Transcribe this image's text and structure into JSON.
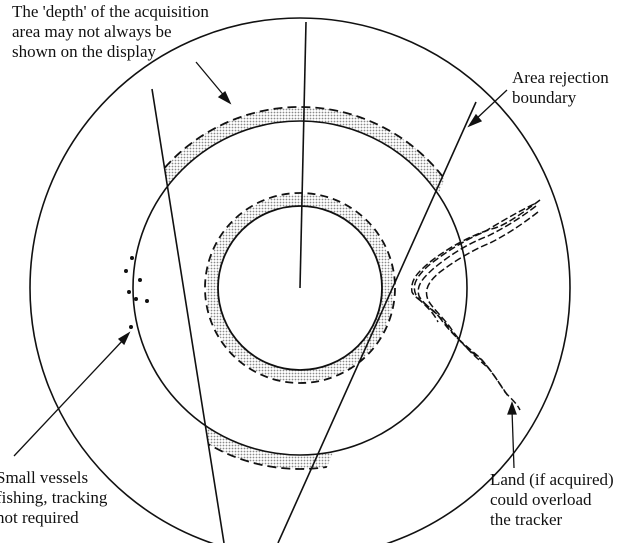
{
  "labels": {
    "depth_note": [
      "The 'depth' of the acquisition",
      "area may not always be",
      "shown on the display"
    ],
    "area_rejection": [
      "Area rejection",
      "boundary"
    ],
    "small_vessels": [
      "Small vessels",
      "fishing, tracking",
      "not required"
    ],
    "land": [
      "Land (if acquired)",
      "could overload",
      "the tracker"
    ]
  },
  "colors": {
    "ink": "#111111",
    "shading": "#bdbdbd"
  }
}
